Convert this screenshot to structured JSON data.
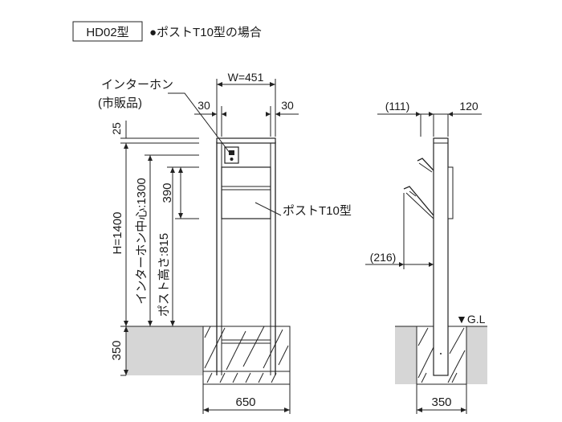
{
  "header": {
    "model_badge": "HD02型",
    "subtitle": "●ポストT10型の場合"
  },
  "front_view": {
    "intercom_label": "インターホン",
    "intercom_note": "(市販品)",
    "width_label": "W=451",
    "side_offset_left": "30",
    "side_offset_right": "30",
    "top_gap": "25",
    "height_label": "H=1400",
    "intercom_center_label": "インターホン中心:1300",
    "post_height_label": "ポスト高さ:815",
    "post_span_label": "390",
    "mailbox_label": "ポストT10型",
    "foundation_depth": "350",
    "foundation_width": "650"
  },
  "side_view": {
    "left_offset": "(111)",
    "post_size": "120",
    "mailbox_offset": "(216)",
    "ground_level": "▼G.L",
    "foundation_width": "350"
  }
}
